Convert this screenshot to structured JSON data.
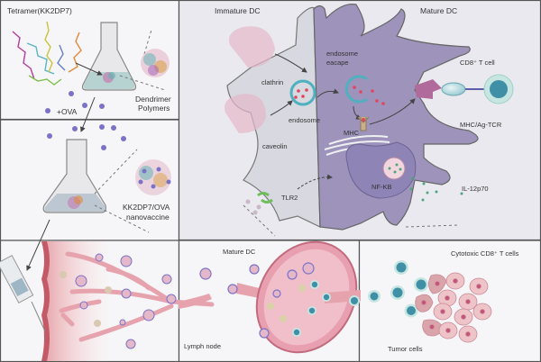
{
  "panels": {
    "synthesis": {
      "title": "Tetramer(KK2DP7)",
      "ova_label": "+OVA",
      "product_label_line1": "Dendrimer",
      "product_label_line2": "Polymers"
    },
    "nanovaccine": {
      "label_line1": "KK2DP7/OVA",
      "label_line2": "nanovaccine"
    },
    "dc_mechanism": {
      "immature_title": "Immature DC",
      "mature_title": "Mature DC",
      "clathrin": "clathrin",
      "caveolin": "caveolin",
      "endosome": "endosome",
      "endosome_escape_line1": "endosome",
      "endosome_escape_line2": "eacape",
      "mhc": "MHC",
      "tlr2": "TLR2",
      "nfkb": "NF-KB",
      "cd8_t_cell": "CD8⁺ T cell",
      "mhc_ag_tcr": "MHC/Ag-TCR",
      "il12": "IL-12p70"
    },
    "lymph": {
      "mature_dc": "Mature DC",
      "lymph_node": "Lymph node"
    },
    "tumor": {
      "cytotoxic": "Cytotoxic CD8⁺ T cells",
      "tumor_cells": "Tumor cells"
    }
  },
  "colors": {
    "dc_immature": "#d7d8e0",
    "dc_mature": "#9d93bb",
    "ova": "#7b72c8",
    "endosome_ring": "#4fb0bf",
    "antigen": "#e0465e",
    "tcell_outer": "#c7e6e2",
    "tcell_inner": "#3f8fa6",
    "tumor_cell": "#efc4c8",
    "tumor_nucleus": "#c5537a",
    "lymph": "#e6a3ad",
    "tlr2": "#6cbf5a",
    "receptor": "#b06a9c"
  }
}
